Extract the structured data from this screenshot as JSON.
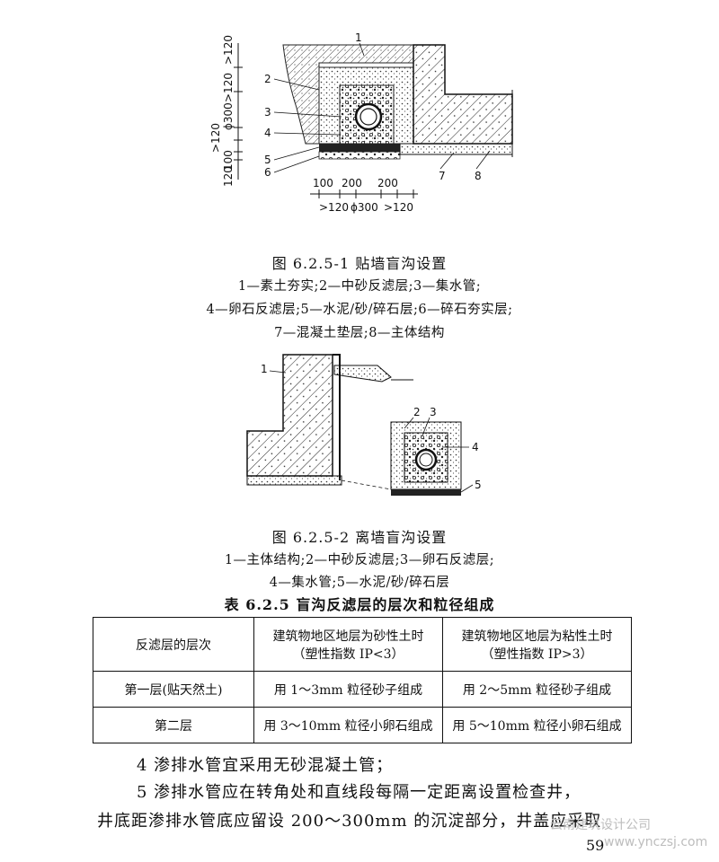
{
  "figure1": {
    "caption": "图 6.2.5-1  贴墙盲沟设置",
    "legend": [
      "1—素土夯实;2—中砂反滤层;3—集水管;",
      "4—卵石反滤层;5—水泥/砂/碎石层;6—碎石夯实层;",
      "7—混凝土垫层;8—主体结构"
    ],
    "labels": [
      "1",
      "2",
      "3",
      "4",
      "5",
      "6",
      "7",
      "8"
    ],
    "dims_vertical": [
      ">120",
      ">120",
      "ϕ300",
      ">120",
      "100",
      "120"
    ],
    "dims_bottom_top": [
      "100",
      "200",
      "200"
    ],
    "dims_bottom": [
      ">120",
      "ϕ300",
      ">120"
    ]
  },
  "figure2": {
    "caption": "图 6.2.5-2  离墙盲沟设置",
    "legend": [
      "1—主体结构;2—中砂反滤层;3—卵石反滤层;",
      "4—集水管;5—水泥/砂/碎石层"
    ],
    "labels": [
      "1",
      "2",
      "3",
      "4",
      "5"
    ]
  },
  "table": {
    "title": "表 6.2.5   盲沟反滤层的层次和粒径组成",
    "headers": [
      "反滤层的层次",
      "建筑物地区地层为砂性土时\n（塑性指数 IP<3）",
      "建筑物地区地层为粘性土时\n（塑性指数 IP>3）"
    ],
    "rows": [
      [
        "第一层(贴天然土)",
        "用 1～3mm 粒径砂子组成",
        "用 2～5mm 粒径砂子组成"
      ],
      [
        "第二层",
        "用 3～10mm 粒径小卵石组成",
        "用 5～10mm 粒径小卵石组成"
      ]
    ]
  },
  "paragraphs": {
    "item4": "4   渗排水管宜采用无砂混凝土管；",
    "item5_line1": "5   渗排水管应在转角处和直线段每隔一定距离设置检查井，",
    "item5_line2": "井底距渗排水管底应留设 200～300mm 的沉淀部分，井盖应采取"
  },
  "page_number": "59",
  "watermark": {
    "line1": "云南建筑设计公司",
    "line2": "www.ynczsj.com"
  }
}
